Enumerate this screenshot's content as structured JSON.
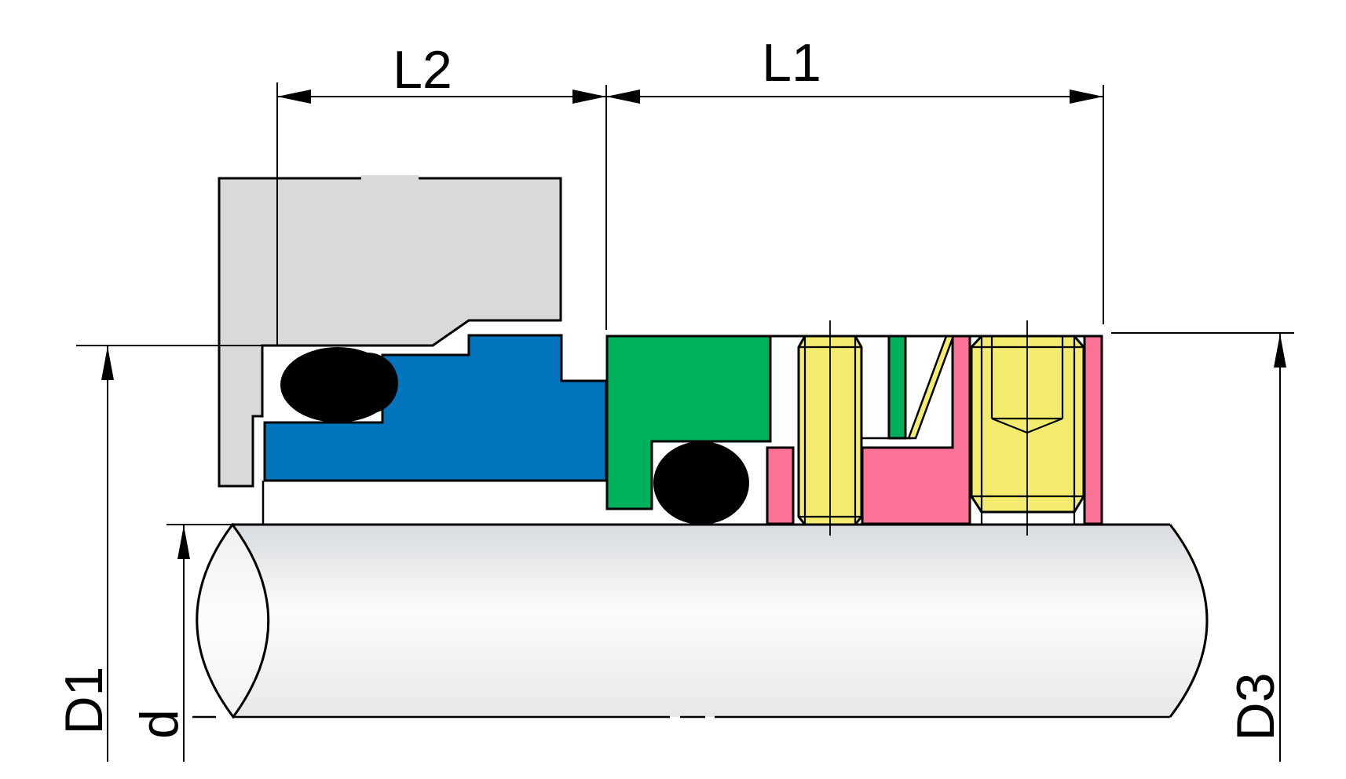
{
  "diagram": {
    "dimension_labels": {
      "l2": "L2",
      "l1": "L1",
      "d1": "D1",
      "d": "d",
      "d3": "D3"
    },
    "colors": {
      "gland": "#d9d9d9",
      "seal_ring_blue": "#0075be",
      "rotary_green": "#00b15c",
      "spring_yellow": "#f3ec6f",
      "collar_pink": "#fa7296",
      "o_ring_black": "#000000",
      "outline": "#000000"
    }
  }
}
